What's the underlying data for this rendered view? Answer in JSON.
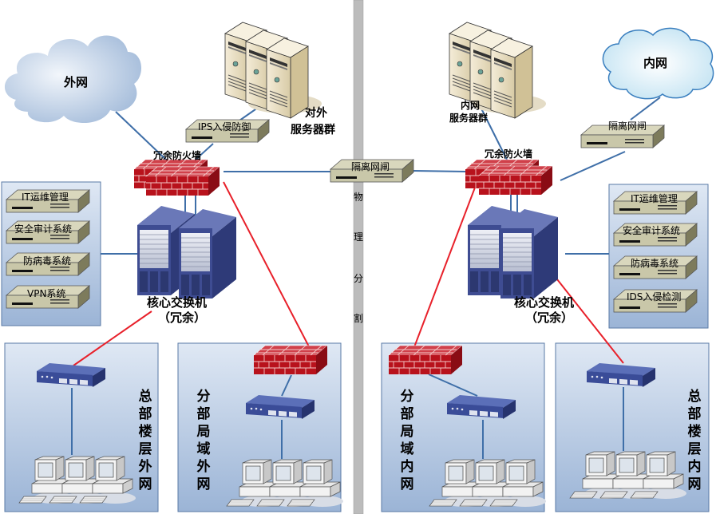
{
  "diagram": {
    "divider": {
      "label_chars": [
        "物",
        "理",
        "分",
        "割"
      ],
      "color": "#bcbcbc"
    },
    "left": {
      "cloud_label": "外网",
      "ips_label": "IPS入侵防御",
      "servers_label_line1": "对外",
      "servers_label_line2": "服务器群",
      "firewall_label": "冗余防火墙",
      "core_switch_line1": "核心交换机",
      "core_switch_line2": "（冗余）",
      "security_devices": [
        "IT运维管理",
        "安全审计系统",
        "防病毒系统",
        "VPN系统"
      ],
      "lan1_label": [
        "总",
        "部",
        "楼",
        "层",
        "外",
        "网"
      ],
      "lan2_label": [
        "分",
        "部",
        "局",
        "域",
        "外",
        "网"
      ]
    },
    "center": {
      "gateway_label": "隔离网闸"
    },
    "right": {
      "cloud_label": "内网",
      "gateway_label": "隔离网闸",
      "servers_label_line1": "内网",
      "servers_label_line2": "服务器群",
      "firewall_label": "冗余防火墙",
      "core_switch_line1": "核心交换机",
      "core_switch_line2": "（冗余）",
      "security_devices": [
        "IT运维管理",
        "安全审计系统",
        "防病毒系统",
        "IDS入侵检测"
      ],
      "lan1_label": [
        "分",
        "部",
        "局",
        "域",
        "内",
        "网"
      ],
      "lan2_label": [
        "总",
        "部",
        "楼",
        "层",
        "内",
        "网"
      ]
    },
    "colors": {
      "link_blue": "#3f6fa8",
      "link_red": "#e8202a",
      "firewall_red": "#b8121c",
      "switch_blue": "#3a4a8e",
      "appliance": "#c8c6a8",
      "panel_top": "#dde6f2",
      "panel_bottom": "#9db6d8"
    }
  }
}
